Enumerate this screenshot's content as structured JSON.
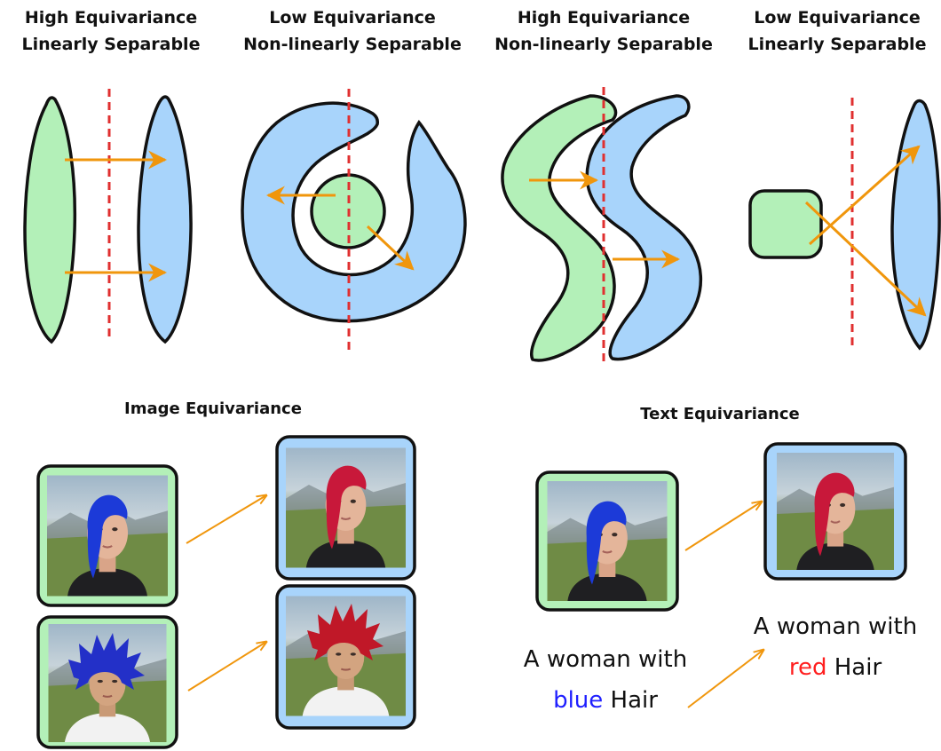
{
  "top_panels": [
    {
      "line1": "High Equivariance",
      "line2": "Linearly Separable"
    },
    {
      "line1": "Low Equivariance",
      "line2": "Non-linearly Separable"
    },
    {
      "line1": "High Equivariance",
      "line2": "Non-linearly Separable"
    },
    {
      "line1": "Low Equivariance",
      "line2": "Linearly Separable"
    }
  ],
  "bottom": {
    "image_title": "Image Equivariance",
    "text_title": "Text Equivariance",
    "caption_left": {
      "prefix": "A woman with",
      "color_word": "blue",
      "suffix": "Hair"
    },
    "caption_right": {
      "prefix": "A woman with",
      "color_word": "red",
      "suffix": "Hair"
    }
  },
  "colors": {
    "green": "#b3f0b8",
    "blue": "#a8d4fb",
    "orange": "#f0960c",
    "divider": "#e03030",
    "blue_word": "#1f1fff",
    "red_word": "#ff1f1f"
  },
  "icons": {
    "portrait_blue_straight": "woman-blue-hair-photo",
    "portrait_red_straight": "woman-red-hair-photo",
    "portrait_blue_spiky": "woman-blue-spiky-hair-photo",
    "portrait_red_spiky": "woman-red-spiky-hair-photo"
  }
}
